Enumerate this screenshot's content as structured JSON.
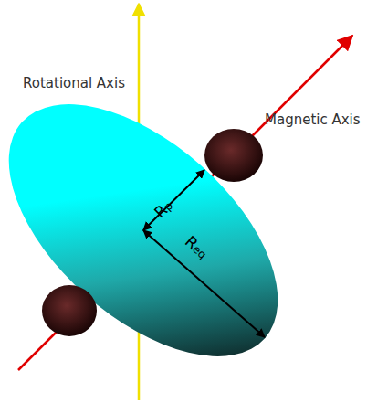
{
  "diagram": {
    "labels": [
      "Rotational Axis",
      "Magnetic Axis",
      "Rp",
      "Req"
    ]
  }
}
